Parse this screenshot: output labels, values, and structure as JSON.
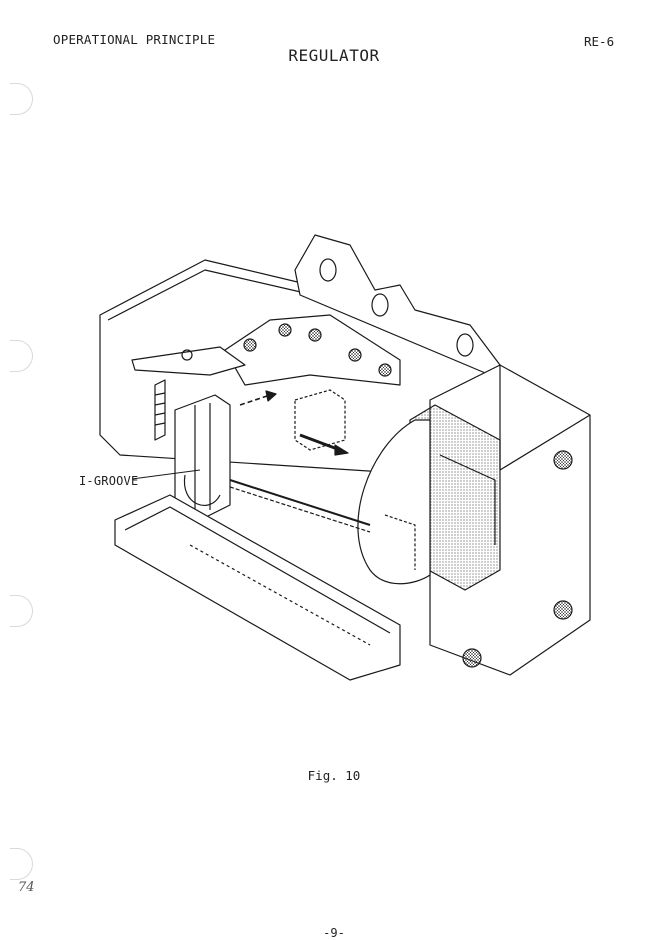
{
  "header": {
    "section": "OPERATIONAL PRINCIPLE",
    "code": "RE-6"
  },
  "title": "REGULATOR",
  "figure": {
    "callout": "I-GROOVE",
    "caption": "Fig. 10"
  },
  "page_number": "-9-",
  "handwritten_note": "74"
}
